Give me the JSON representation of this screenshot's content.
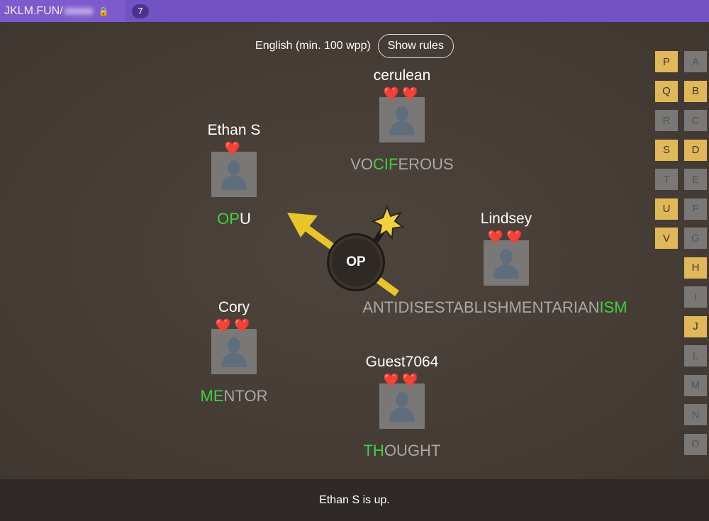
{
  "topbar": {
    "room_prefix": "JKLM.FUN/",
    "player_count": "7"
  },
  "rules": {
    "language_label": "English (min. 100 wpp)",
    "show_rules_label": "Show rules"
  },
  "bomb": {
    "syllable": "OP"
  },
  "players": [
    {
      "name": "cerulean",
      "lives": 2,
      "word": [
        {
          "t": "VO",
          "s": "n"
        },
        {
          "t": "CIF",
          "s": "h"
        },
        {
          "t": "EROUS",
          "s": "n"
        }
      ]
    },
    {
      "name": "Ethan S",
      "lives": 1,
      "word": [
        {
          "t": "OP",
          "s": "h"
        },
        {
          "t": "U",
          "s": "c"
        }
      ]
    },
    {
      "name": "Lindsey",
      "lives": 2,
      "word": [
        {
          "t": "ANTIDISESTABLISHMENTARIAN",
          "s": "n"
        },
        {
          "t": "ISM",
          "s": "h"
        }
      ]
    },
    {
      "name": "Cory",
      "lives": 2,
      "word": [
        {
          "t": "ME",
          "s": "h"
        },
        {
          "t": "NTOR",
          "s": "n"
        }
      ]
    },
    {
      "name": "Guest7064",
      "lives": 2,
      "word": [
        {
          "t": "TH",
          "s": "h"
        },
        {
          "t": "OUGHT",
          "s": "n"
        }
      ]
    }
  ],
  "letters_col1": [
    {
      "l": "P",
      "on": true
    },
    {
      "l": "Q",
      "on": true
    },
    {
      "l": "R",
      "on": false
    },
    {
      "l": "S",
      "on": true
    },
    {
      "l": "T",
      "on": false
    },
    {
      "l": "U",
      "on": true
    },
    {
      "l": "V",
      "on": true
    }
  ],
  "letters_col2": [
    {
      "l": "A",
      "on": false
    },
    {
      "l": "B",
      "on": true
    },
    {
      "l": "C",
      "on": false
    },
    {
      "l": "D",
      "on": true
    },
    {
      "l": "E",
      "on": false
    },
    {
      "l": "F",
      "on": false
    },
    {
      "l": "G",
      "on": false
    },
    {
      "l": "H",
      "on": true
    },
    {
      "l": "I",
      "on": false
    },
    {
      "l": "J",
      "on": true
    },
    {
      "l": "L",
      "on": false
    },
    {
      "l": "M",
      "on": false
    },
    {
      "l": "N",
      "on": false
    },
    {
      "l": "O",
      "on": false
    }
  ],
  "status": "Ethan S is up.",
  "colors": {
    "accent": "#7353c4",
    "highlight": "#3ed23e",
    "tile_on": "#e0b85a",
    "arrow": "#e8c52a"
  }
}
